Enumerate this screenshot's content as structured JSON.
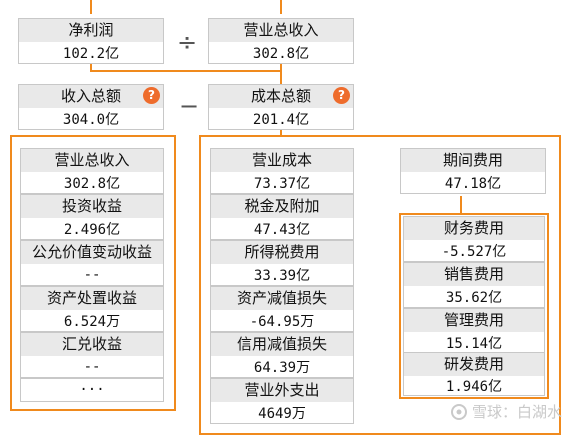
{
  "top": {
    "net_profit": {
      "label": "净利润",
      "value": "102.2亿"
    },
    "divide_op": "÷",
    "revenue": {
      "label": "营业总收入",
      "value": "302.8亿"
    }
  },
  "mid": {
    "total_income": {
      "label": "收入总额",
      "value": "304.0亿",
      "help": "?"
    },
    "minus_op": "−",
    "total_cost": {
      "label": "成本总额",
      "value": "201.4亿",
      "help": "?"
    }
  },
  "income_items": [
    {
      "label": "营业总收入",
      "value": "302.8亿"
    },
    {
      "label": "投资收益",
      "value": "2.496亿"
    },
    {
      "label": "公允价值变动收益",
      "value": "--"
    },
    {
      "label": "资产处置收益",
      "value": "6.524万"
    },
    {
      "label": "汇兑收益",
      "value": "--"
    }
  ],
  "income_more": "···",
  "cost_items": [
    {
      "label": "营业成本",
      "value": "73.37亿"
    },
    {
      "label": "税金及附加",
      "value": "47.43亿"
    },
    {
      "label": "所得税费用",
      "value": "33.39亿"
    },
    {
      "label": "资产减值损失",
      "value": "-64.95万"
    },
    {
      "label": "信用减值损失",
      "value": "64.39万"
    },
    {
      "label": "营业外支出",
      "value": "4649万"
    }
  ],
  "period_expense": {
    "label": "期间费用",
    "value": "47.18亿"
  },
  "expense_items": [
    {
      "label": "财务费用",
      "value": "-5.527亿"
    },
    {
      "label": "销售费用",
      "value": "35.62亿"
    },
    {
      "label": "管理费用",
      "value": "15.14亿"
    },
    {
      "label": "研发费用",
      "value": "1.946亿"
    }
  ],
  "watermark": {
    "text": "雪球：白湖水",
    "icon": "snowball-icon"
  }
}
